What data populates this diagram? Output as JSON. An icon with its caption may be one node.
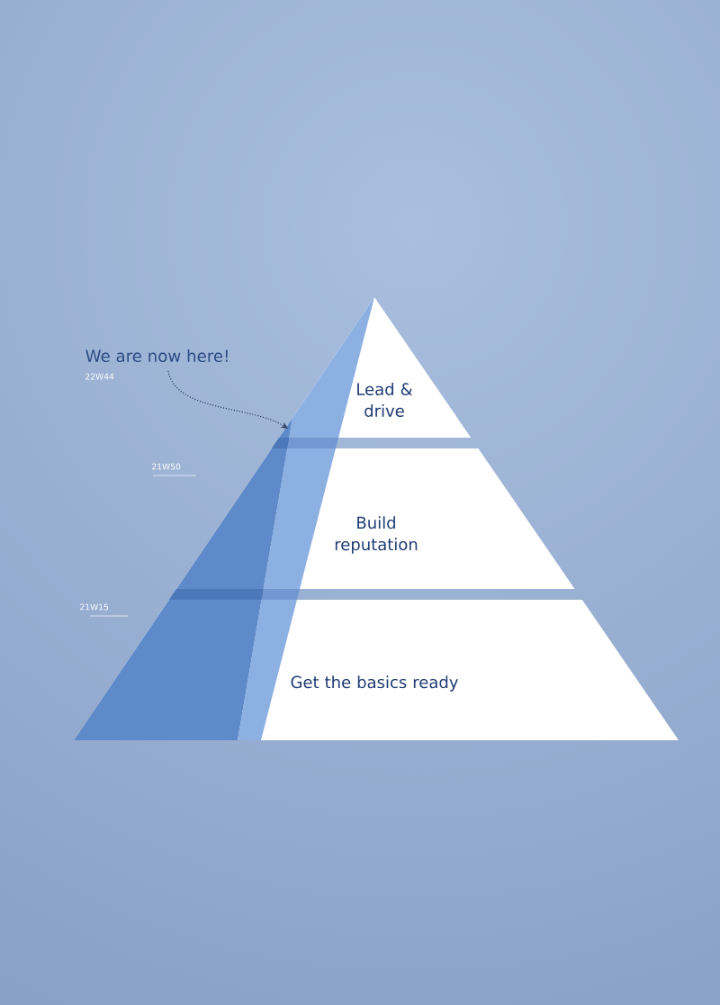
{
  "diagram": {
    "nodes": [
      {
        "text": [
          "Lead & drive"
        ]
      },
      {
        "text": [
          "Build reputation"
        ]
      },
      {
        "text": [
          "Get the basics ready"
        ]
      },
      {
        "text": [
          "We are now here!"
        ],
        "beside": [
          "22W44"
        ]
      }
    ],
    "edges": [
      {
        "from": 3,
        "to": 0,
        "arrow": "to",
        "style": "dashed"
      }
    ],
    "labels": [
      "21W50",
      "21W15"
    ]
  }
}
